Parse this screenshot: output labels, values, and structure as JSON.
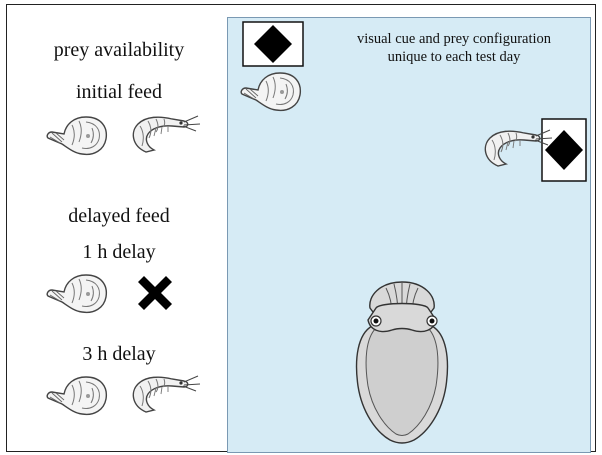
{
  "legend": {
    "heading": "prey availability",
    "initial": "initial feed",
    "delayed": "delayed feed",
    "delay1": "1 h delay",
    "delay3": "3 h delay"
  },
  "tank": {
    "caption_line1": "visual cue and prey configuration",
    "caption_line2": "unique to each test day"
  },
  "icons": {
    "crab": "crab-icon",
    "shrimp": "shrimp-icon",
    "unavailable": "x-mark-icon",
    "cue": "diamond-cue-icon",
    "cuttlefish": "cuttlefish-icon"
  },
  "colors": {
    "tank_fill": "#d6ebf5",
    "tank_border": "#7a99b3",
    "cue_fill": "#000000",
    "cuttle_fill": "#d9d9d9"
  }
}
